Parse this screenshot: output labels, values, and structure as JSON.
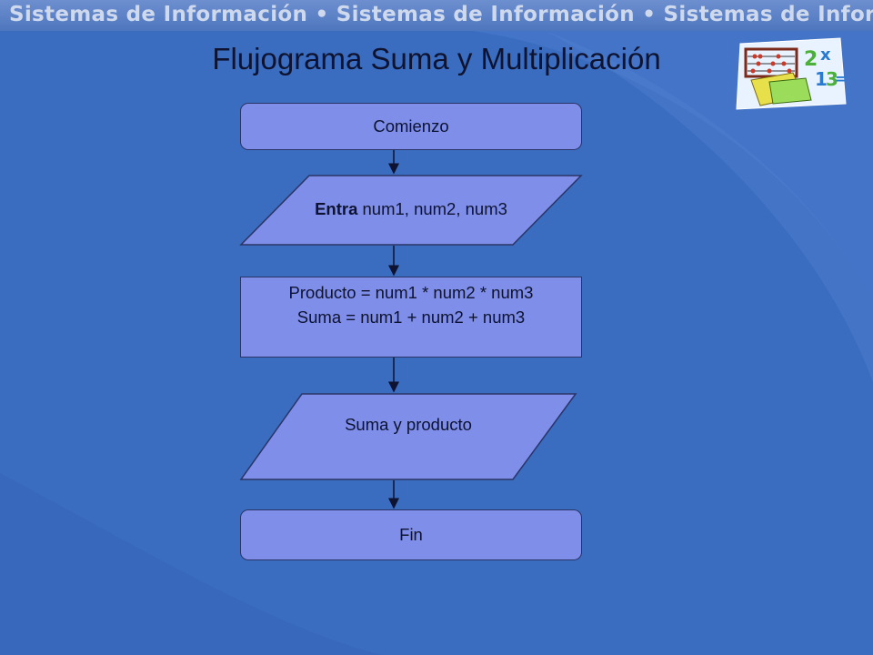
{
  "banner_text": "Sistemas de Información • Sistemas de Información • Sistemas de Información",
  "title": "Flujograma Suma y Multiplicación",
  "flowchart": {
    "start": "Comienzo",
    "input_keyword": "Entra",
    "input_vars": " num1, num2, num3",
    "process_line1": "Producto = num1 * num2 * num3",
    "process_line2": "Suma = num1 + num2 + num3",
    "output": "Suma y producto",
    "end": "Fin"
  },
  "colors": {
    "background": "#3a6cc0",
    "shape_fill": "#7f8ee8",
    "shape_border": "#2a3466",
    "text": "#0d1330"
  },
  "clipart_icon": "math-abacus-numbers-icon"
}
